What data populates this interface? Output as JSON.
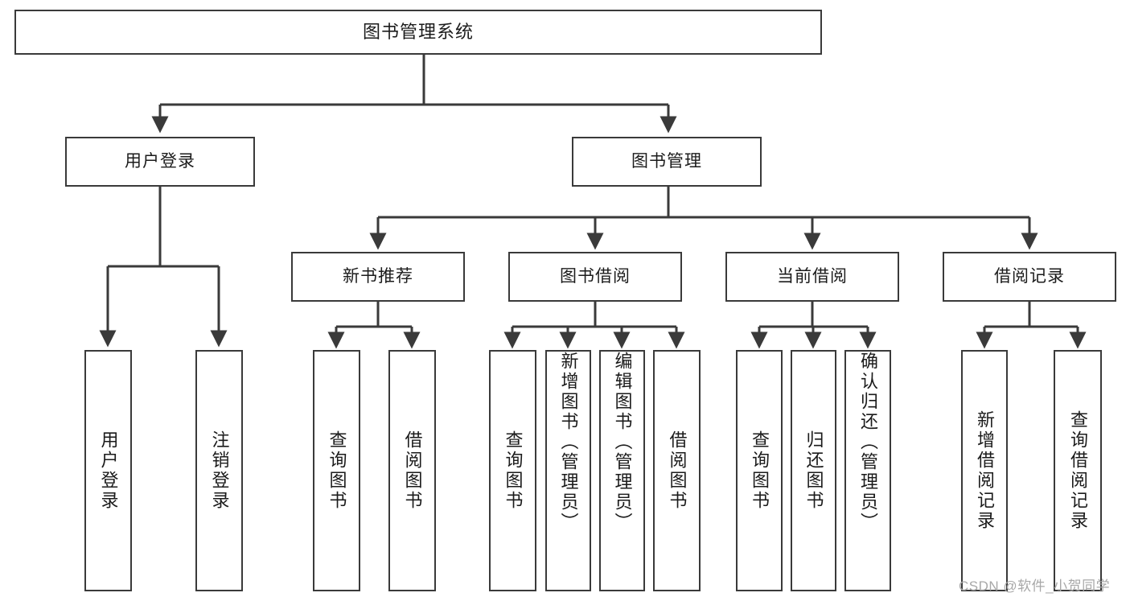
{
  "diagram": {
    "type": "tree",
    "title": "图书管理系统",
    "root": {
      "label": "图书管理系统"
    },
    "level1": [
      {
        "label": "用户登录"
      },
      {
        "label": "图书管理"
      }
    ],
    "level2": [
      {
        "label": "新书推荐"
      },
      {
        "label": "图书借阅"
      },
      {
        "label": "当前借阅"
      },
      {
        "label": "借阅记录"
      }
    ],
    "leaves": [
      {
        "label": "用户登录",
        "parent": "用户登录"
      },
      {
        "label": "注销登录",
        "parent": "用户登录"
      },
      {
        "label": "查询图书",
        "parent": "新书推荐"
      },
      {
        "label": "借阅图书",
        "parent": "新书推荐"
      },
      {
        "label": "查询图书",
        "parent": "图书借阅"
      },
      {
        "label": "新增图书（管理员）",
        "parent": "图书借阅"
      },
      {
        "label": "编辑图书（管理员）",
        "parent": "图书借阅"
      },
      {
        "label": "借阅图书",
        "parent": "图书借阅"
      },
      {
        "label": "查询图书",
        "parent": "当前借阅"
      },
      {
        "label": "归还图书",
        "parent": "当前借阅"
      },
      {
        "label": "确认归还（管理员）",
        "parent": "当前借阅"
      },
      {
        "label": "新增借阅记录",
        "parent": "借阅记录"
      },
      {
        "label": "查询借阅记录",
        "parent": "借阅记录"
      }
    ],
    "colors": {
      "box_border": "#3a3a3a",
      "box_fill": "#ffffff",
      "connector": "#3a3a3a",
      "text": "#1b1b1b",
      "watermark": "#a8a8a8"
    }
  },
  "watermark": {
    "text": "CSDN @软件_小贺同学"
  }
}
